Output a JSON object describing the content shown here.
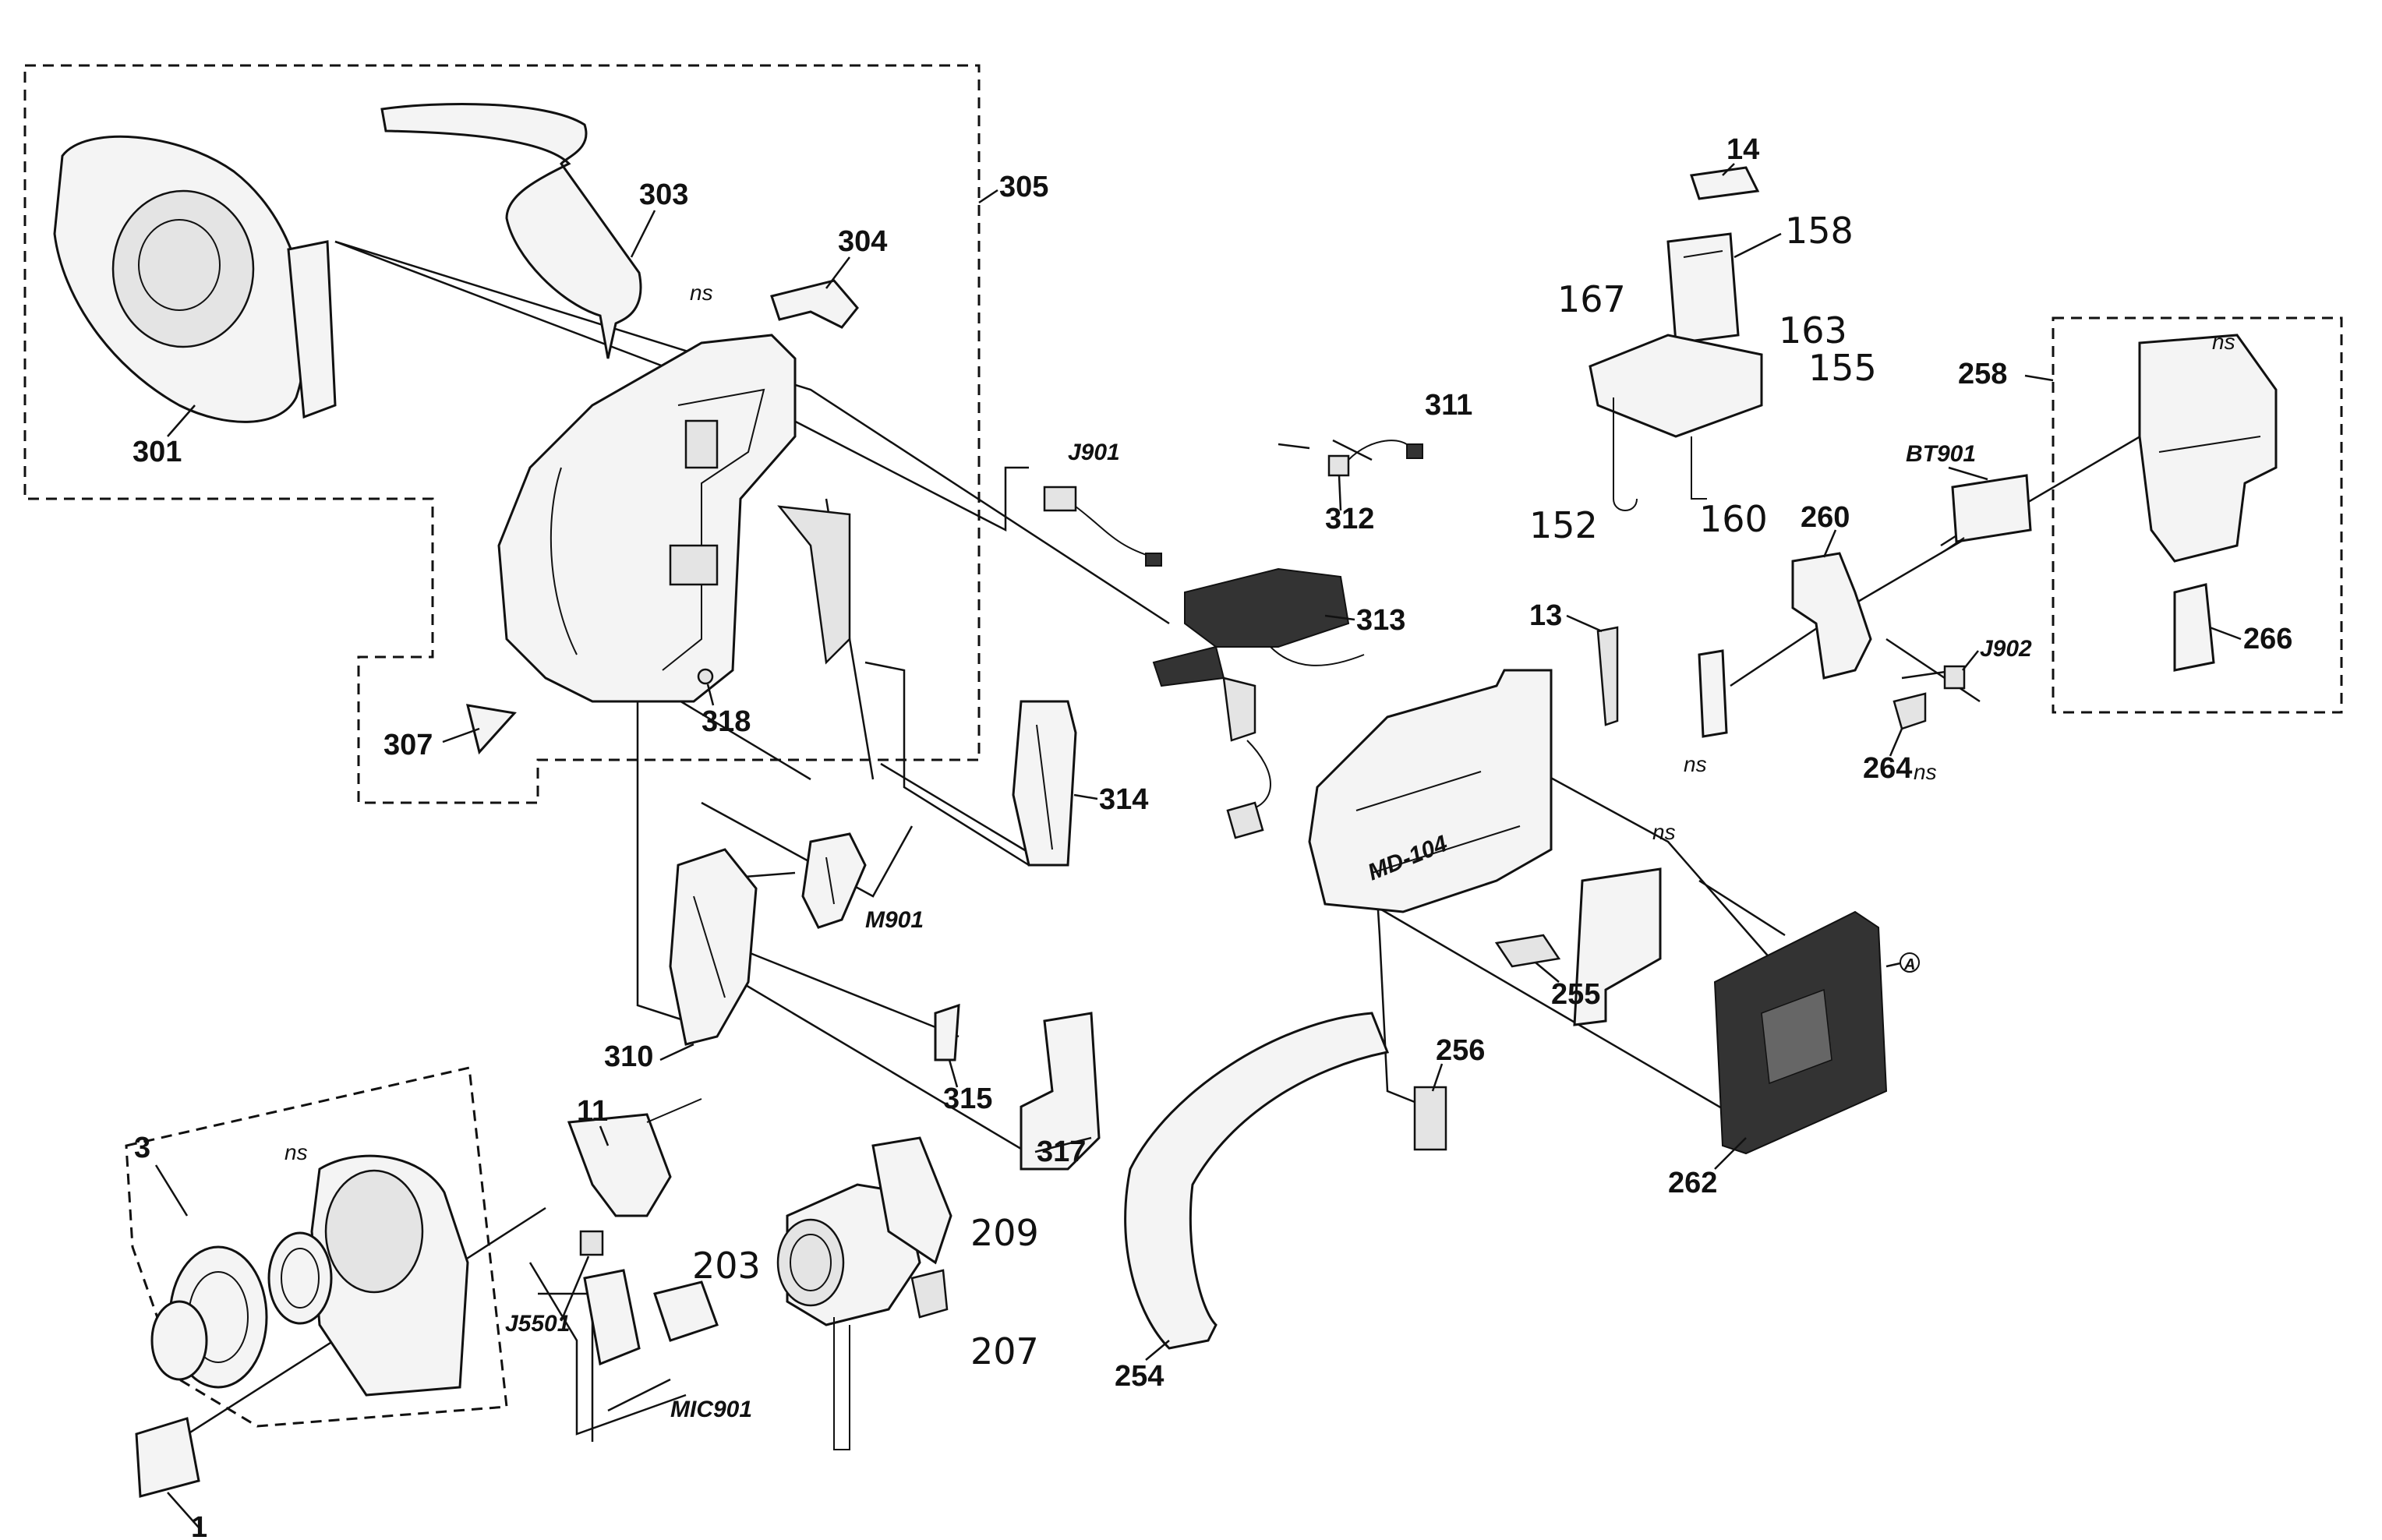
{
  "labels": {
    "p1": "1",
    "p3": "3",
    "p11": "11",
    "p13": "13",
    "p14": "14",
    "p152": "152",
    "p155": "155",
    "p158": "158",
    "p160": "160",
    "p163": "163",
    "p167": "167",
    "p203": "203",
    "p207": "207",
    "p209": "209",
    "p254": "254",
    "p255": "255",
    "p256": "256",
    "p258": "258",
    "p260": "260",
    "p262": "262",
    "p264": "264",
    "p266": "266",
    "p301": "301",
    "p303": "303",
    "p304": "304",
    "p305": "305",
    "p307": "307",
    "p310": "310",
    "p311": "311",
    "p312": "312",
    "p313": "313",
    "p314": "314",
    "p315": "315",
    "p317": "317",
    "p318": "318",
    "j901": "J901",
    "j902": "J902",
    "j5501": "J5501",
    "m901": "M901",
    "mic901": "MIC901",
    "bt901": "BT901",
    "md104": "MD-104",
    "ref_a": "A",
    "ns": "ns"
  },
  "icons": {
    "ref_marker": "circled-letter-icon"
  }
}
